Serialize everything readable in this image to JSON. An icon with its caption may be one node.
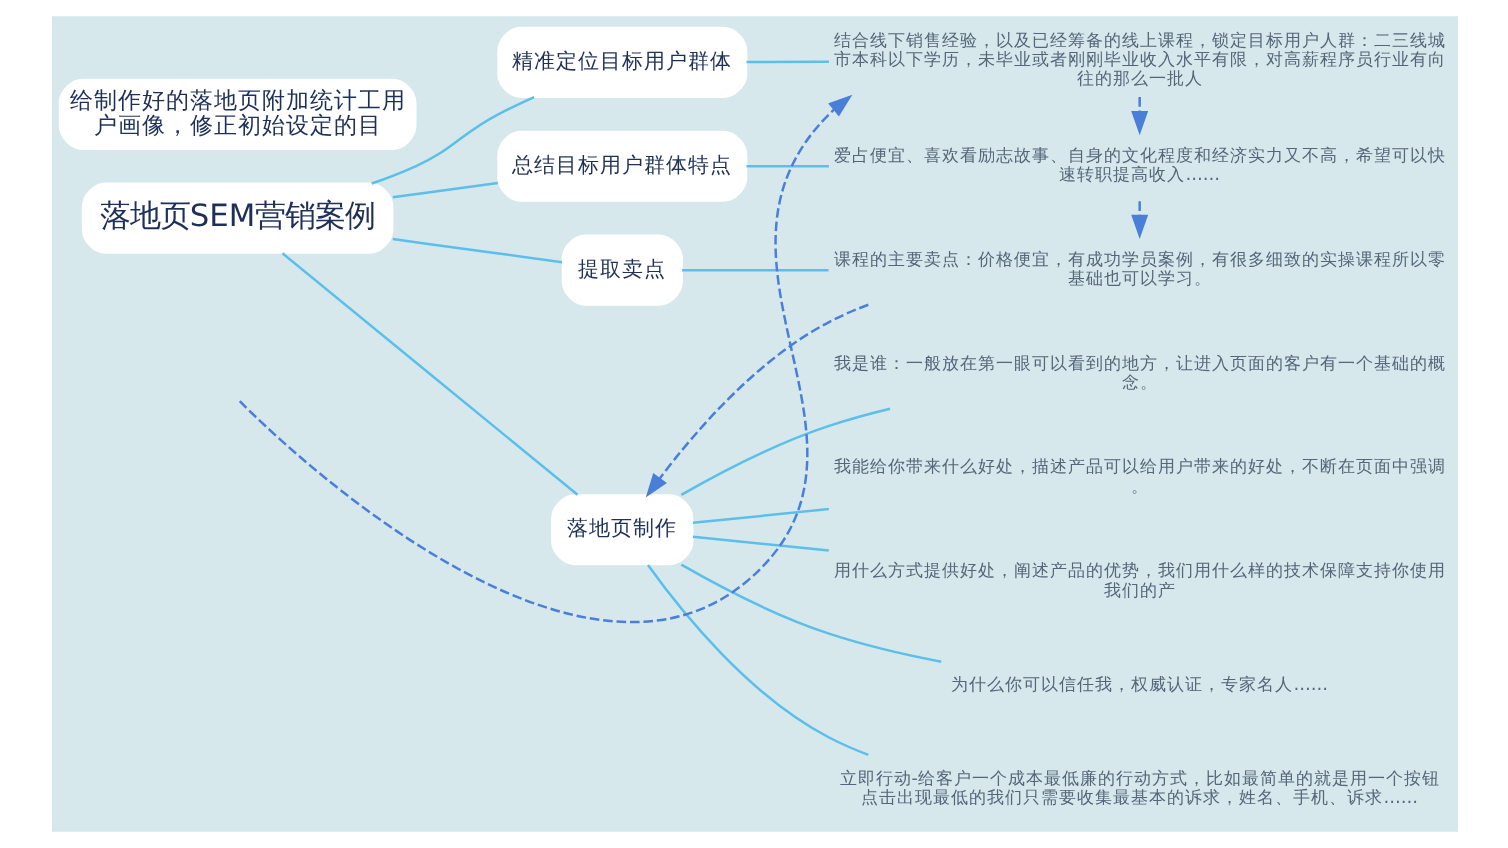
{
  "diagram": {
    "nodes": [
      {
        "text": [
          "落地页SEM营销案例"
        ]
      },
      {
        "text": [
          "精准定位目标用户群体"
        ]
      },
      {
        "text": [
          "结合线下销售经验，以及已经筹备的线上课程，锁定目标用户人群：二三线城市本科以下学历，未毕业或者刚刚毕业收入水平有限，对高薪程序员行业有向往的那么一批人"
        ]
      },
      {
        "text": [
          "总结目标用户群体特点"
        ]
      },
      {
        "text": [
          "爱占便宜、喜欢看励志故事、自身的文化程度和经济实力又不高，希望可以快速转职提高收入……"
        ]
      },
      {
        "text": [
          "提取卖点"
        ]
      },
      {
        "text": [
          "课程的主要卖点：价格便宜，有成功学员案例，有很多细致的实操课程所以零基础也可以学习。"
        ]
      },
      {
        "text": [
          "落地页制作"
        ]
      },
      {
        "text": [
          "我是谁：一般放在第一眼可以看到的地方，让进入页面的客户有一个基础的概念。"
        ]
      },
      {
        "text": [
          "我能给你带来什么好处，描述产品可以给用户带来的好处，不断在页面中强调。"
        ]
      },
      {
        "text": [
          "用什么方式提供好处，阐述产品的优势，我们用什么样的技术保障支持你使用我们的产"
        ]
      },
      {
        "text": [
          "为什么你可以信任我，权威认证，专家名人……"
        ]
      },
      {
        "text": [
          "立即行动-给客户一个成本最低廉的行动方式，比如最简单的就是用一个按钮点击出现最低的我们只需要收集最基本的诉求，姓名、手机、诉求……"
        ]
      },
      {
        "text": [
          "给制作好的落地页附加统计工用户画像，修正初始设定的目"
        ]
      }
    ],
    "edges": [
      {
        "from": 0,
        "to": 1,
        "arrow": "none"
      },
      {
        "from": 0,
        "to": 3,
        "arrow": "none"
      },
      {
        "from": 0,
        "to": 5,
        "arrow": "none"
      },
      {
        "from": 0,
        "to": 7,
        "arrow": "none"
      },
      {
        "from": 1,
        "to": 2,
        "arrow": "none"
      },
      {
        "from": 3,
        "to": 4,
        "arrow": "none"
      },
      {
        "from": 5,
        "to": 6,
        "arrow": "none"
      },
      {
        "from": 7,
        "to": 8,
        "arrow": "none"
      },
      {
        "from": 7,
        "to": 9,
        "arrow": "none"
      },
      {
        "from": 7,
        "to": 10,
        "arrow": "none"
      },
      {
        "from": 7,
        "to": 11,
        "arrow": "none"
      },
      {
        "from": 7,
        "to": 12,
        "arrow": "none"
      },
      {
        "from": null,
        "to": 2,
        "arrow": "to",
        "style": "dashed",
        "color": "#4a7fd9"
      },
      {
        "from": 2,
        "to": 4,
        "arrow": "to",
        "style": "dashed",
        "color": "#4a7fd9"
      },
      {
        "from": 4,
        "to": 6,
        "arrow": "to",
        "style": "dashed",
        "color": "#4a7fd9"
      },
      {
        "from": 6,
        "to": 7,
        "arrow": "to",
        "style": "dashed",
        "color": "#4a7fd9"
      }
    ]
  }
}
